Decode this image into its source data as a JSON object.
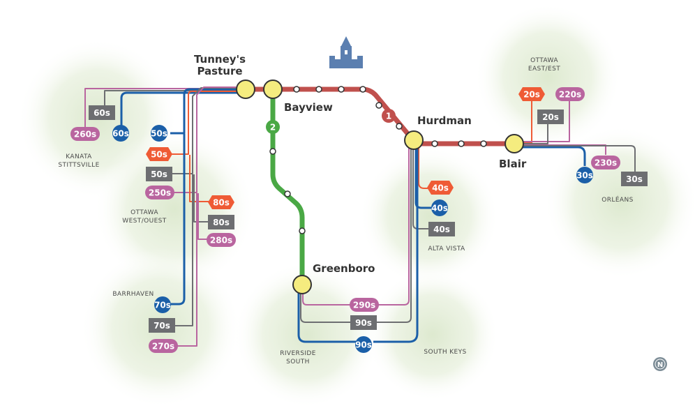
{
  "colors": {
    "line1": "#c0504d",
    "line2": "#4aa845",
    "blue": "#1b5fa8",
    "orange": "#ef5b35",
    "gray": "#6d6e71",
    "pink": "#b9659f",
    "station_fill": "#f5ec7f",
    "green_blob": "#e8f0dc"
  },
  "lines": {
    "line1": "1",
    "line2": "2"
  },
  "stations": {
    "tunneys_pasture": [
      "Tunney's",
      "Pasture"
    ],
    "bayview": "Bayview",
    "hurdman": "Hurdman",
    "blair": "Blair",
    "greenboro": "Greenboro"
  },
  "areas": {
    "kanata_stittsville": [
      "KANATA",
      "STITTSVILLE"
    ],
    "ottawa_west": [
      "OTTAWA",
      "WEST/OUEST"
    ],
    "barrhaven": "BARRHAVEN",
    "ottawa_east": [
      "OTTAWA",
      "EAST/EST"
    ],
    "orleans": "ORLÉANS",
    "alta_vista": "ALTA VISTA",
    "riverside_south": [
      "RIVERSIDE",
      "SOUTH"
    ],
    "south_keys": "SOUTH KEYS"
  },
  "routes": {
    "r60s_gray": "60s",
    "r60s_blue": "60s",
    "r260s": "260s",
    "r50s_blue": "50s",
    "r50s_orange": "50s",
    "r50s_gray": "50s",
    "r250s": "250s",
    "r80s_orange": "80s",
    "r80s_gray": "80s",
    "r280s": "280s",
    "r70s_blue": "70s",
    "r70s_gray": "70s",
    "r270s": "270s",
    "r20s_orange": "20s",
    "r220s": "220s",
    "r20s_gray": "20s",
    "r30s_blue": "30s",
    "r230s": "230s",
    "r30s_gray": "30s",
    "r40s_orange": "40s",
    "r40s_blue": "40s",
    "r40s_gray": "40s",
    "r290s": "290s",
    "r90s_gray": "90s",
    "r90s_blue": "90s"
  },
  "compass": {
    "label": "N",
    "icon": "north-compass-icon"
  },
  "landmark": {
    "icon": "parliament-building-icon"
  }
}
